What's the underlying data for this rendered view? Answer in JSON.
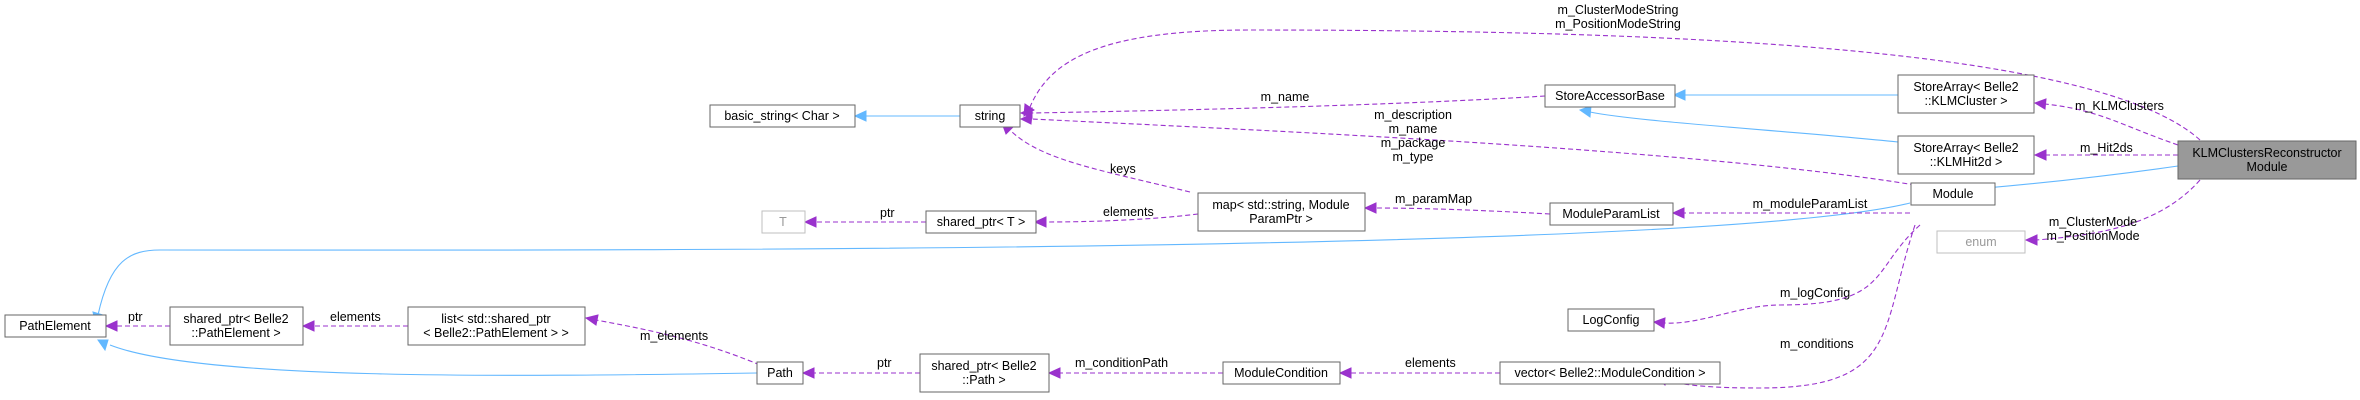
{
  "nodes": {
    "klm_reconstructor": [
      "KLMClustersReconstructor",
      "Module"
    ],
    "module": [
      "Module"
    ],
    "storearray_cluster": [
      "StoreArray< Belle2",
      "::KLMCluster >"
    ],
    "storearray_hit2d": [
      "StoreArray< Belle2",
      "::KLMHit2d >"
    ],
    "store_accessor_base": [
      "StoreAccessorBase"
    ],
    "string": [
      "string"
    ],
    "basic_string": [
      "basic_string< Char >"
    ],
    "enum": [
      "enum"
    ],
    "t_param": [
      "T"
    ],
    "shared_ptr_t": [
      "shared_ptr< T >"
    ],
    "map_param": [
      "map< std::string, Module",
      "ParamPtr >"
    ],
    "module_param_list": [
      "ModuleParamList"
    ],
    "log_config": [
      "LogConfig"
    ],
    "path_element": [
      "PathElement"
    ],
    "shared_ptr_path_element": [
      "shared_ptr< Belle2",
      "::PathElement >"
    ],
    "list_path_element": [
      "list< std::shared_ptr",
      "< Belle2::PathElement > >"
    ],
    "path": [
      "Path"
    ],
    "shared_ptr_path": [
      "shared_ptr< Belle2",
      "::Path >"
    ],
    "module_condition": [
      "ModuleCondition"
    ],
    "vector_module_condition": [
      "vector< Belle2::ModuleCondition >"
    ]
  },
  "edge_labels": {
    "cluster_mode_string": [
      "m_ClusterModeString",
      "m_PositionModeString"
    ],
    "m_klmclusters": [
      "m_KLMClusters"
    ],
    "m_hit2ds": [
      "m_Hit2ds"
    ],
    "cluster_mode": [
      "m_ClusterMode",
      "m_PositionMode"
    ],
    "m_name_accessor": [
      "m_name"
    ],
    "module_strings": [
      "m_description",
      "m_name",
      "m_package",
      "m_type"
    ],
    "keys": [
      "keys"
    ],
    "elements_map": [
      "elements"
    ],
    "ptr_t": [
      "ptr"
    ],
    "m_parammap": [
      "m_paramMap"
    ],
    "m_moduleparamlist": [
      "m_moduleParamList"
    ],
    "m_logconfig": [
      "m_logConfig"
    ],
    "m_conditions": [
      "m_conditions"
    ],
    "elements_vector": [
      "elements"
    ],
    "m_conditionpath": [
      "m_conditionPath"
    ],
    "ptr_path": [
      "ptr"
    ],
    "m_elements": [
      "m_elements"
    ],
    "elements_list": [
      "elements"
    ],
    "ptr_path_element": [
      "ptr"
    ]
  },
  "colors": {
    "inheritance": "#63b8ff",
    "association": "#9a32cd",
    "focus_fill": "#999999",
    "box_border": "#666666",
    "muted_border": "#bfbfbf"
  }
}
